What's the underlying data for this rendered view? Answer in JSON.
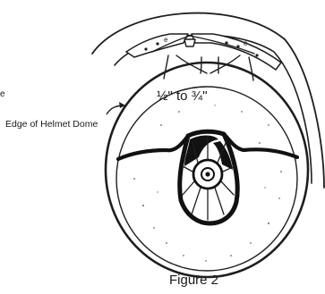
{
  "diagram": {
    "gap_label": "½\" to ¾\"",
    "edge_label": "Edge of Helmet Dome",
    "cut_letter": "e",
    "caption": "Figure 2"
  }
}
